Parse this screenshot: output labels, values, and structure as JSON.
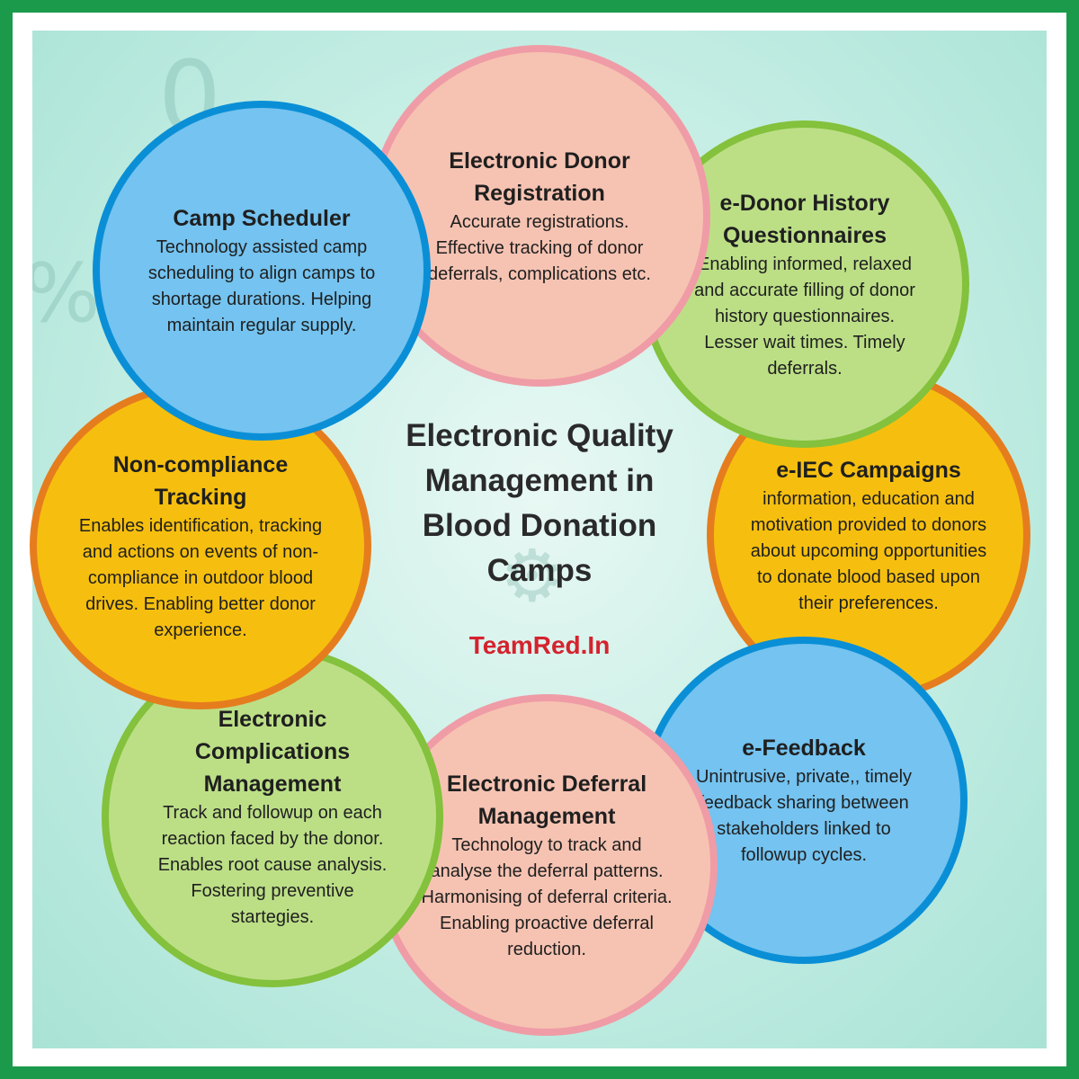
{
  "center": {
    "title": "Electronic Quality Management in Blood Donation Camps",
    "brand": "TeamRed.In"
  },
  "nodes": {
    "camp_scheduler": {
      "title": "Camp Scheduler",
      "desc": "Technology assisted camp scheduling to align camps to shortage durations. Helping maintain regular supply."
    },
    "donor_registration": {
      "title": "Electronic Donor Registration",
      "desc": "Accurate registrations. Effective tracking of donor deferrals, complications etc."
    },
    "donor_history": {
      "title": "e-Donor History Questionnaires",
      "desc": "Enabling informed, relaxed and accurate filling of donor history questionnaires. Lesser wait times. Timely deferrals."
    },
    "non_compliance": {
      "title": "Non-compliance Tracking",
      "desc": "Enables identification, tracking and actions on events of non-compliance in outdoor blood drives. Enabling better donor experience."
    },
    "iec_campaigns": {
      "title": "e-IEC Campaigns",
      "desc": "information, education and motivation provided to donors about upcoming opportunities to donate blood based upon their preferences."
    },
    "complications": {
      "title": "Electronic Complications Management",
      "desc": "Track and followup on each reaction faced by the donor. Enables root cause analysis. Fostering preventive startegies."
    },
    "deferral": {
      "title": "Electronic Deferral Management",
      "desc": "Technology to track and analyse the deferral patterns. Harmonising of deferral criteria. Enabling proactive deferral reduction."
    },
    "feedback": {
      "title": "e-Feedback",
      "desc": "Unintrusive, private,, timely feedback sharing between stakeholders linked to followup cycles."
    }
  }
}
